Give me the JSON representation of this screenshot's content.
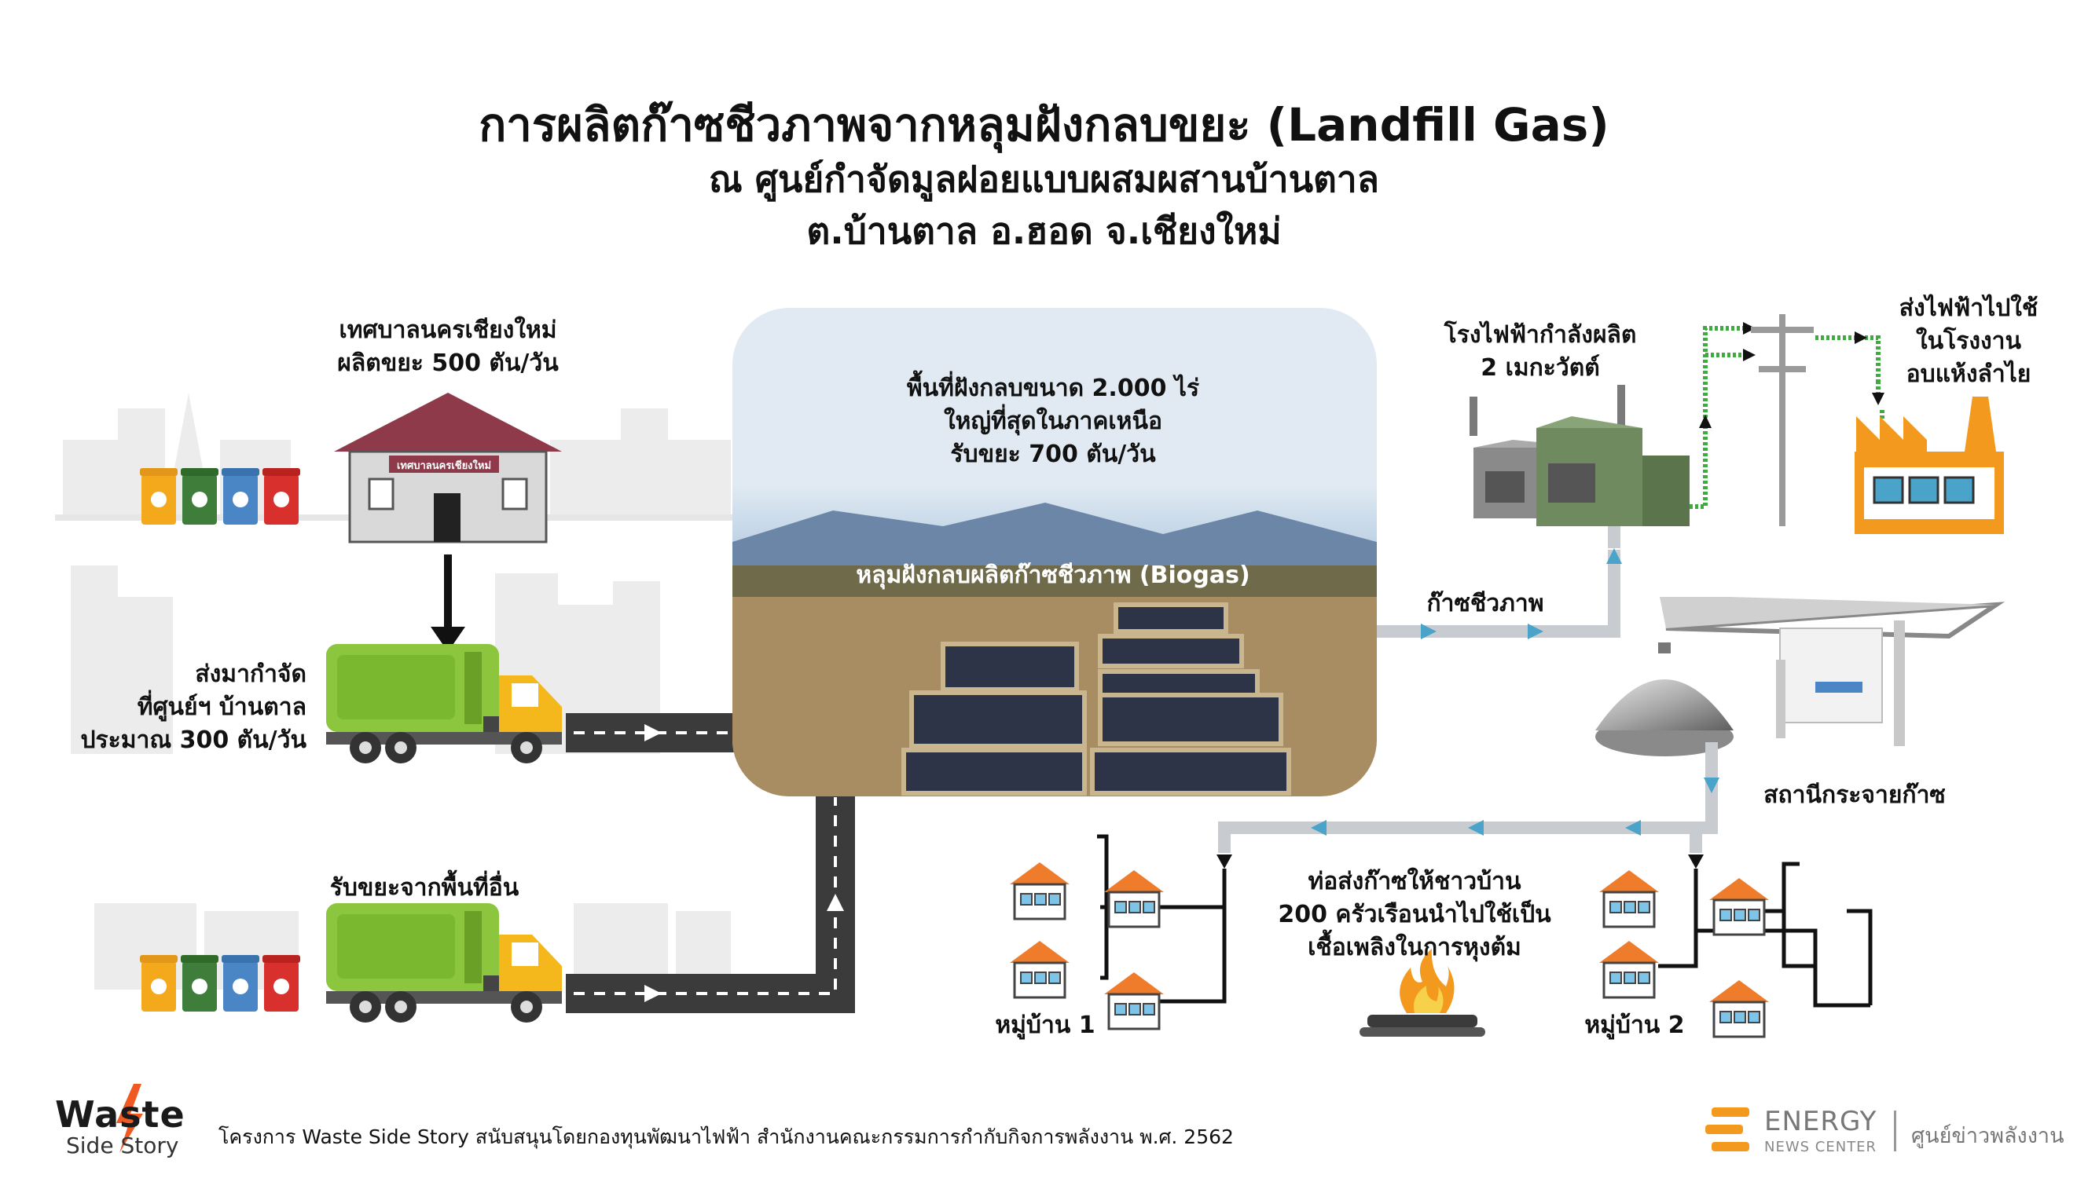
{
  "title": {
    "line1": "การผลิตก๊าซชีวภาพจากหลุมฝังกลบขยะ (Landfill Gas)",
    "line2": "ณ ศูนย์กำจัดมูลฝอยแบบผสมผสานบ้านตาล",
    "line3": "ต.บ้านตาล อ.ฮอด จ.เชียงใหม่"
  },
  "municipality": {
    "line1": "เทศบาลนครเชียงใหม่",
    "line2": "ผลิตขยะ 500 ตัน/วัน",
    "sign": "เทศบาลนครเชียงใหม่"
  },
  "transport": {
    "line1": "ส่งมากำจัด",
    "line2": "ที่ศูนย์ฯ บ้านตาล",
    "line3": "ประมาณ 300 ตัน/วัน"
  },
  "other_areas": {
    "label": "รับขยะจากพื้นที่อื่น"
  },
  "landfill": {
    "line1": "พื้นที่ฝังกลบขนาด 2.000 ไร่",
    "line2": "ใหญ่ที่สุดในภาคเหนือ",
    "line3": "รับขยะ 700 ตัน/วัน",
    "photo_label": "หลุมฝังกลบผลิตก๊าซชีวภาพ (Biogas)"
  },
  "biogas": {
    "label": "ก๊าซชีวภาพ"
  },
  "power_plant": {
    "line1": "โรงไฟฟ้ากำลังผลิต",
    "line2": "2 เมกะวัตต์"
  },
  "factory": {
    "line1": "ส่งไฟฟ้าไปใช้",
    "line2": "ในโรงงาน",
    "line3": "อบแห้งลำไย"
  },
  "gas_station": {
    "label": "สถานีกระจายก๊าซ"
  },
  "pipe": {
    "line1": "ท่อส่งก๊าซให้ชาวบ้าน",
    "line2": "200 ครัวเรือนนำไปใช้เป็น",
    "line3": "เชื้อเพลิงในการหุงต้ม"
  },
  "village1": {
    "label": "หมู่บ้าน 1"
  },
  "village2": {
    "label": "หมู่บ้าน 2"
  },
  "footer": {
    "text": "โครงการ Waste Side Story สนับสนุนโดยกองทุนพัฒนาไฟฟ้า สำนักงานคณะกรรมการกำกับกิจการพลังงาน พ.ศ. 2562"
  },
  "logo_waste": {
    "line1": "Waste",
    "line2": "Side Story"
  },
  "logo_energy": {
    "line1": "ENERGY",
    "line2": "NEWS CENTER",
    "line3": "ศูนย์ข่าวพลังงาน"
  },
  "colors": {
    "pipe": "#c8ccd0",
    "arrow": "#4aa3c8",
    "green_line": "#3faa3f",
    "road": "#3b3b3b",
    "truck_green": "#8cc63f",
    "truck_yellow": "#f4b81c",
    "factory_orange": "#f39a1e",
    "house_orange": "#ee7c2a",
    "plant_green": "#6f8a5f"
  }
}
